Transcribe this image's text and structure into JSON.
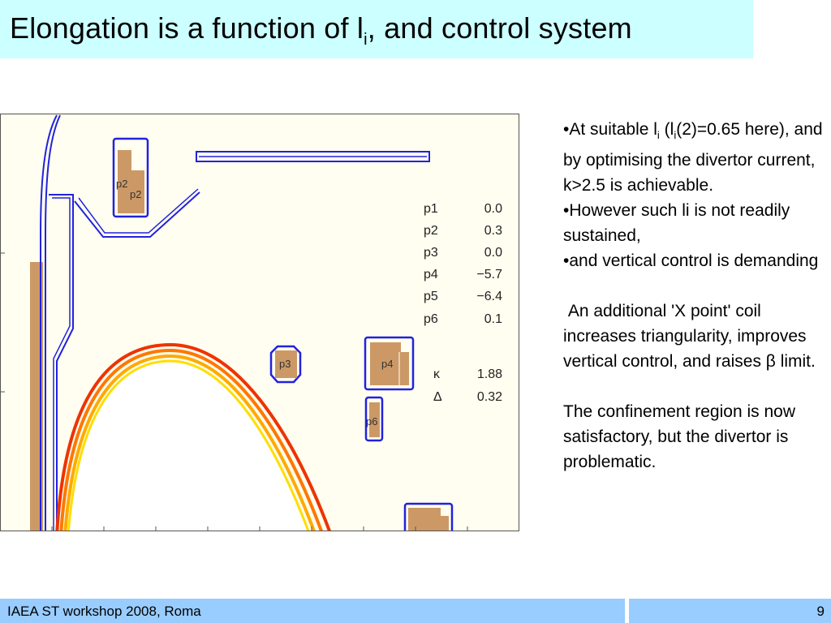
{
  "slide": {
    "title_main": "Elongation is a function of l",
    "title_sub": "i",
    "title_rest": ", and control system"
  },
  "figure": {
    "coil_labels": [
      "p2",
      "p2",
      "p3",
      "p4",
      "p6"
    ],
    "params": [
      {
        "name": "p1",
        "value": "0.0"
      },
      {
        "name": "p2",
        "value": "0.3"
      },
      {
        "name": "p3",
        "value": "0.0"
      },
      {
        "name": "p4",
        "value": "−5.7"
      },
      {
        "name": "p5",
        "value": "−6.4"
      },
      {
        "name": "p6",
        "value": "0.1"
      }
    ],
    "shape": [
      {
        "name": "κ",
        "value": "1.88"
      },
      {
        "name": "Δ",
        "value": "0.32"
      }
    ],
    "colors": {
      "plot_bg": "#fffef0",
      "coil_outline": "#2222dd",
      "coil_fill": "#cc9966",
      "plasma_edge_outer": "#ee3300",
      "plasma_edge_inner": "#ffdd00"
    }
  },
  "text": {
    "b1_a": "•At suitable l",
    "b1_sub1": "i",
    "b1_b": " (l",
    "b1_sub2": "i",
    "b1_c": "(2)=0.65 here), and by optimising the divertor current, k>2.5 is achievable.",
    "b2": "•However such li is not readily sustained,",
    "b3": "•and vertical control is demanding",
    "p1": " An additional 'X point' coil increases triangularity, improves vertical control, and raises β limit.",
    "p2": "The confinement region is now satisfactory, but the divertor is problematic."
  },
  "footer": {
    "left": "IAEA ST workshop 2008, Roma",
    "page": "9"
  }
}
